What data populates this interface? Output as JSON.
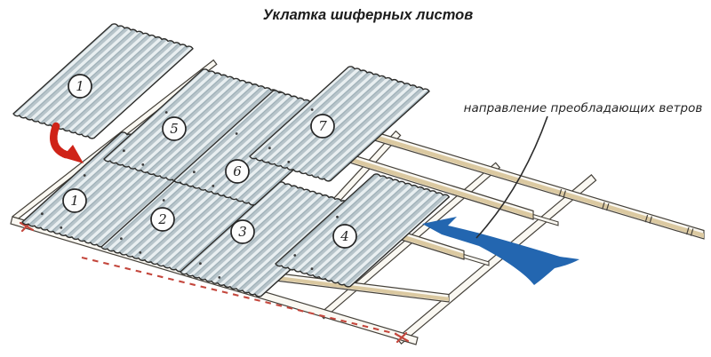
{
  "title": "Уклатка шиферных листов",
  "wind_label": "направление преобладающих ветров",
  "sheets": [
    {
      "id": "sheet-stack-1",
      "number": "1"
    },
    {
      "id": "sheet-5",
      "number": "5"
    },
    {
      "id": "sheet-6",
      "number": "6"
    },
    {
      "id": "sheet-7",
      "number": "7"
    },
    {
      "id": "sheet-1",
      "number": "1"
    },
    {
      "id": "sheet-2",
      "number": "2"
    },
    {
      "id": "sheet-3",
      "number": "3"
    },
    {
      "id": "sheet-4",
      "number": "4"
    }
  ],
  "icons": {
    "wind_arrow": "wind-direction-arrow-icon",
    "placement_arrow": "placement-arrow-icon"
  },
  "colors": {
    "background": "#ffffff",
    "sheet_stripe_light": "#e9eff1",
    "sheet_stripe_dark": "#b7c4ca",
    "sheet_stripe_line": "#93a7af",
    "sheet_outline": "#2e2e2c",
    "batten_wood": "#dbc9a1",
    "board_face": "#faf8f2",
    "frame_outline": "#45413a",
    "red_accent": "#cf2318",
    "red_marks": "#c4473d",
    "blue_wind": "#2366b0",
    "line_color": "#2b2b2b",
    "circle_fill": "#fdfdfd"
  }
}
